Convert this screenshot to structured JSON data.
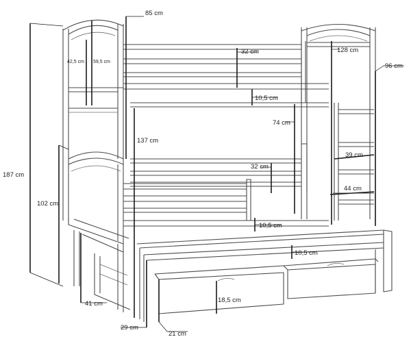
{
  "diagram": {
    "labels": {
      "bed_width": "85 cm",
      "post_height": "128 cm",
      "ladder_width": "96 cm",
      "top_rail_height": "32 cm",
      "top_slat_gap": "10,5 cm",
      "headboard_inner": "42,5 cm",
      "headboard_outer": "59,5 cm",
      "total_height": "187 cm",
      "top_bunk_height": "137 cm",
      "bunk_clearance": "74 cm",
      "ladder_step_39": "39 cm",
      "ladder_step_44": "44 cm",
      "lower_rail_height": "32 cm",
      "lower_bed_height": "102 cm",
      "lower_slat_gap": "10,5 cm",
      "trundle_gap": "10,5 cm",
      "drawer_height": "18,5 cm",
      "leg_width": "41 cm",
      "trundle_height": "29 cm",
      "drawer_depth": "21 cm"
    }
  }
}
